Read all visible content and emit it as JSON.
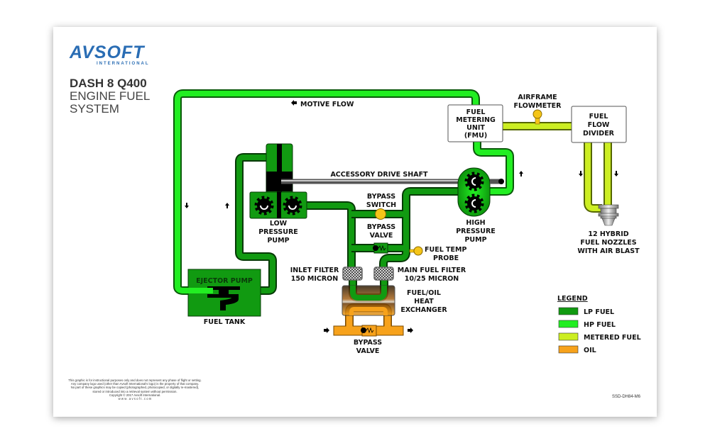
{
  "logo": {
    "name": "AVSOFT",
    "subtitle": "INTERNATIONAL"
  },
  "title": {
    "line1": "DASH 8 Q400",
    "line2": "ENGINE FUEL",
    "line3": "SYSTEM"
  },
  "labels": {
    "motive_flow": "MOTIVE FLOW",
    "accessory_drive_shaft": "ACCESSORY DRIVE SHAFT",
    "fmu": [
      "FUEL",
      "METERING",
      "UNIT",
      "(FMU)"
    ],
    "airframe_flowmeter": [
      "AIRFRAME",
      "FLOWMETER"
    ],
    "fuel_flow_divider": [
      "FUEL",
      "FLOW",
      "DIVIDER"
    ],
    "low_pressure_pump": [
      "LOW",
      "PRESSURE",
      "PUMP"
    ],
    "high_pressure_pump": [
      "HIGH",
      "PRESSURE",
      "PUMP"
    ],
    "bypass_switch": [
      "BYPASS",
      "SWITCH"
    ],
    "bypass_valve": [
      "BYPASS",
      "VALVE"
    ],
    "fuel_temp_probe": [
      "FUEL TEMP",
      "PROBE"
    ],
    "inlet_filter": [
      "INLET FILTER",
      "150 MICRON"
    ],
    "main_fuel_filter": [
      "MAIN FUEL FILTER",
      "10/25 MICRON"
    ],
    "heat_exchanger": [
      "FUEL/OIL",
      "HEAT",
      "EXCHANGER"
    ],
    "oil_bypass_valve": [
      "BYPASS",
      "VALVE"
    ],
    "ejector_pump": "EJECTOR PUMP",
    "fuel_tank": "FUEL TANK",
    "nozzles": [
      "12 HYBRID",
      "FUEL NOZZLES",
      "WITH AIR BLAST"
    ]
  },
  "legend": {
    "title": "LEGEND",
    "items": [
      {
        "label": "LP FUEL",
        "color": "#119a11"
      },
      {
        "label": "HP FUEL",
        "color": "#22ee22"
      },
      {
        "label": "METERED FUEL",
        "color": "#ccee22"
      },
      {
        "label": "OIL",
        "color": "#f7a21b"
      }
    ]
  },
  "disclaimer": [
    "This graphic is for instructional purposes only and does not represent any phase of flight or setting.",
    "Any company logo used (other than Avsoft International's logo) is the property of that company.",
    "No part of these graphics may be copied (photographed, photocopied, or digitally re-mastered),",
    "stored or introduced into a retrieval system without permission.",
    "Copyright © 2017 Avsoft International.",
    "w w w . a v s o f t . c o m"
  ],
  "doc_code": "SSD-DH84-M6"
}
